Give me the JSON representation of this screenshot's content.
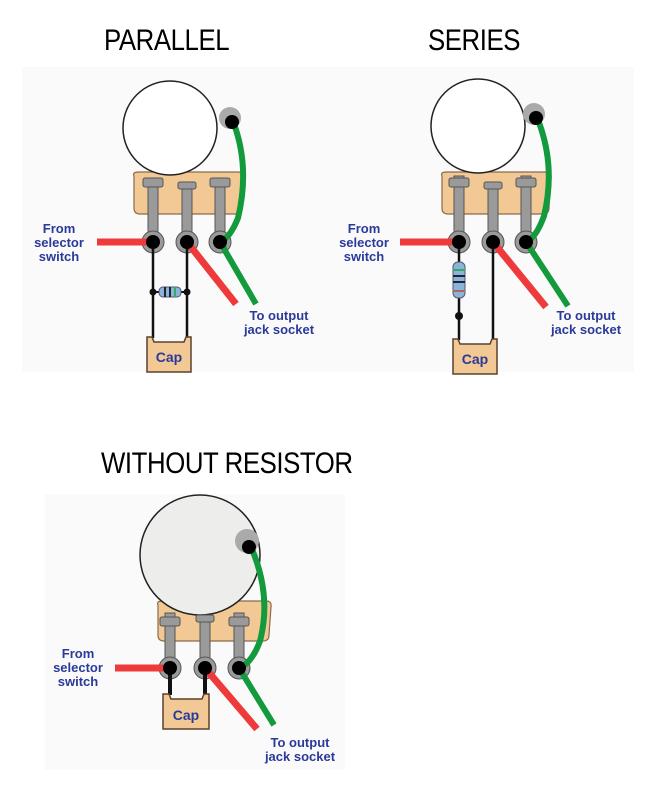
{
  "titles": {
    "parallel": "PARALLEL",
    "series": "SERIES",
    "without": "WITHOUT RESISTOR"
  },
  "labels": {
    "from_line1": "From",
    "from_line2": "selector",
    "from_line3": "switch",
    "to_line1": "To output",
    "to_line2": "jack socket",
    "cap": "Cap"
  },
  "colors": {
    "panel_bg": "#fafafa",
    "pot_body": "#ffffff",
    "pot_body_without": "#ededeb",
    "bracket": "#f2c894",
    "lug": "#9a9a9a",
    "red_wire": "#ee3a3a",
    "green_wire": "#139a3c",
    "label_text": "#2a3a9a",
    "cap_fill": "#f2c894",
    "resistor": "#8ab4d8"
  },
  "diagrams": [
    {
      "id": "parallel",
      "resistor": "parallel"
    },
    {
      "id": "series",
      "resistor": "series"
    },
    {
      "id": "without",
      "resistor": "none"
    }
  ]
}
